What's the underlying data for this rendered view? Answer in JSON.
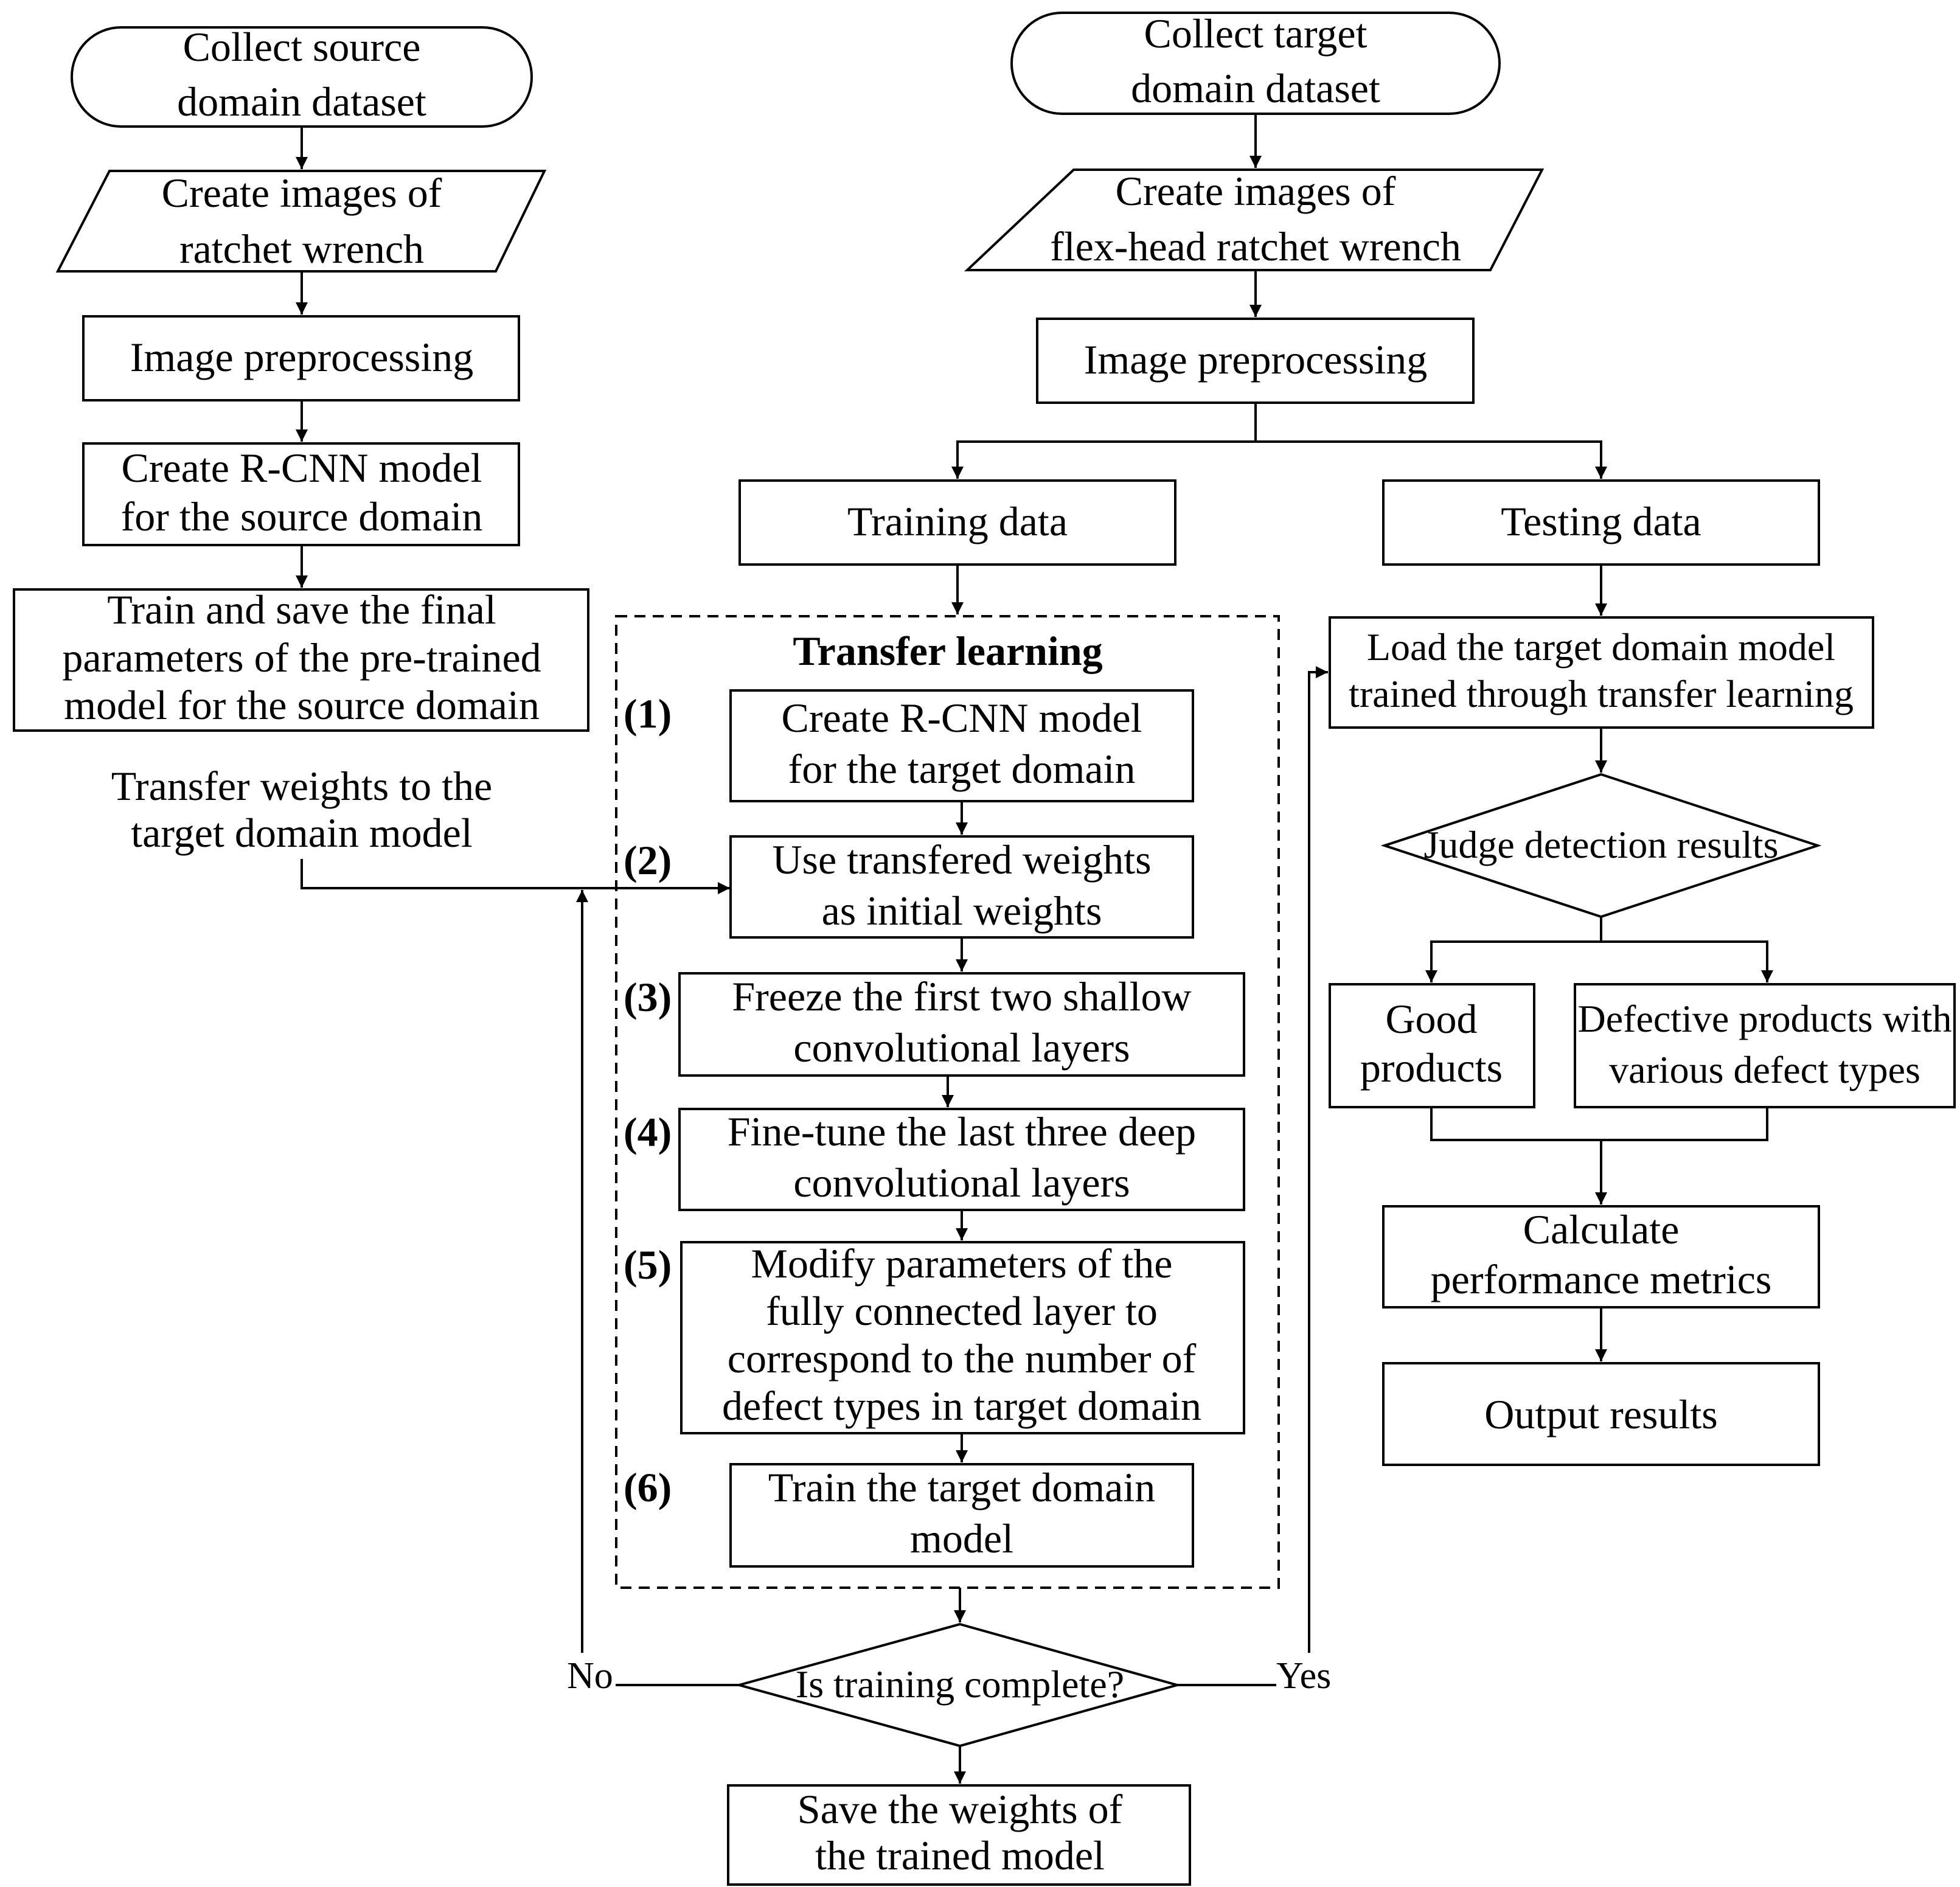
{
  "source_column": {
    "collect": [
      "Collect source",
      "domain dataset"
    ],
    "create_images": [
      "Create images of",
      "ratchet wrench"
    ],
    "preprocessing": "Image preprocessing",
    "create_model": [
      "Create R-CNN model",
      "for the source domain"
    ],
    "train_save": [
      "Train and save the final",
      "parameters of the pre-trained",
      "model for the source domain"
    ],
    "transfer_weights": [
      "Transfer weights to the",
      "target domain model"
    ]
  },
  "target_column": {
    "collect": [
      "Collect target",
      "domain dataset"
    ],
    "create_images": [
      "Create images of",
      "flex-head ratchet wrench"
    ],
    "preprocessing": "Image preprocessing",
    "training_data": "Training data",
    "testing_data": "Testing data"
  },
  "transfer_learning": {
    "title": "Transfer learning",
    "steps": [
      {
        "num": "(1)",
        "lines": [
          "Create R-CNN model",
          "for the target domain"
        ]
      },
      {
        "num": "(2)",
        "lines": [
          "Use transfered weights",
          "as initial weights"
        ]
      },
      {
        "num": "(3)",
        "lines": [
          "Freeze the first two shallow",
          "convolutional layers"
        ]
      },
      {
        "num": "(4)",
        "lines": [
          "Fine-tune the last three deep",
          "convolutional layers"
        ]
      },
      {
        "num": "(5)",
        "lines": [
          "Modify parameters of the",
          "fully connected layer to",
          "correspond to the number of",
          "defect types in target domain"
        ]
      },
      {
        "num": "(6)",
        "lines": [
          "Train the target domain",
          "model"
        ]
      }
    ]
  },
  "decision": {
    "question": "Is training complete?",
    "no": "No",
    "yes": "Yes"
  },
  "save_weights": [
    "Save the weights of",
    "the trained model"
  ],
  "testing_branch": {
    "load_model": [
      "Load the target domain model",
      "trained through transfer learning"
    ],
    "judge": "Judge detection results",
    "good": [
      "Good",
      "products"
    ],
    "defective": [
      "Defective products with",
      "various defect types"
    ],
    "calculate": [
      "Calculate",
      "performance metrics"
    ],
    "output": "Output results"
  }
}
